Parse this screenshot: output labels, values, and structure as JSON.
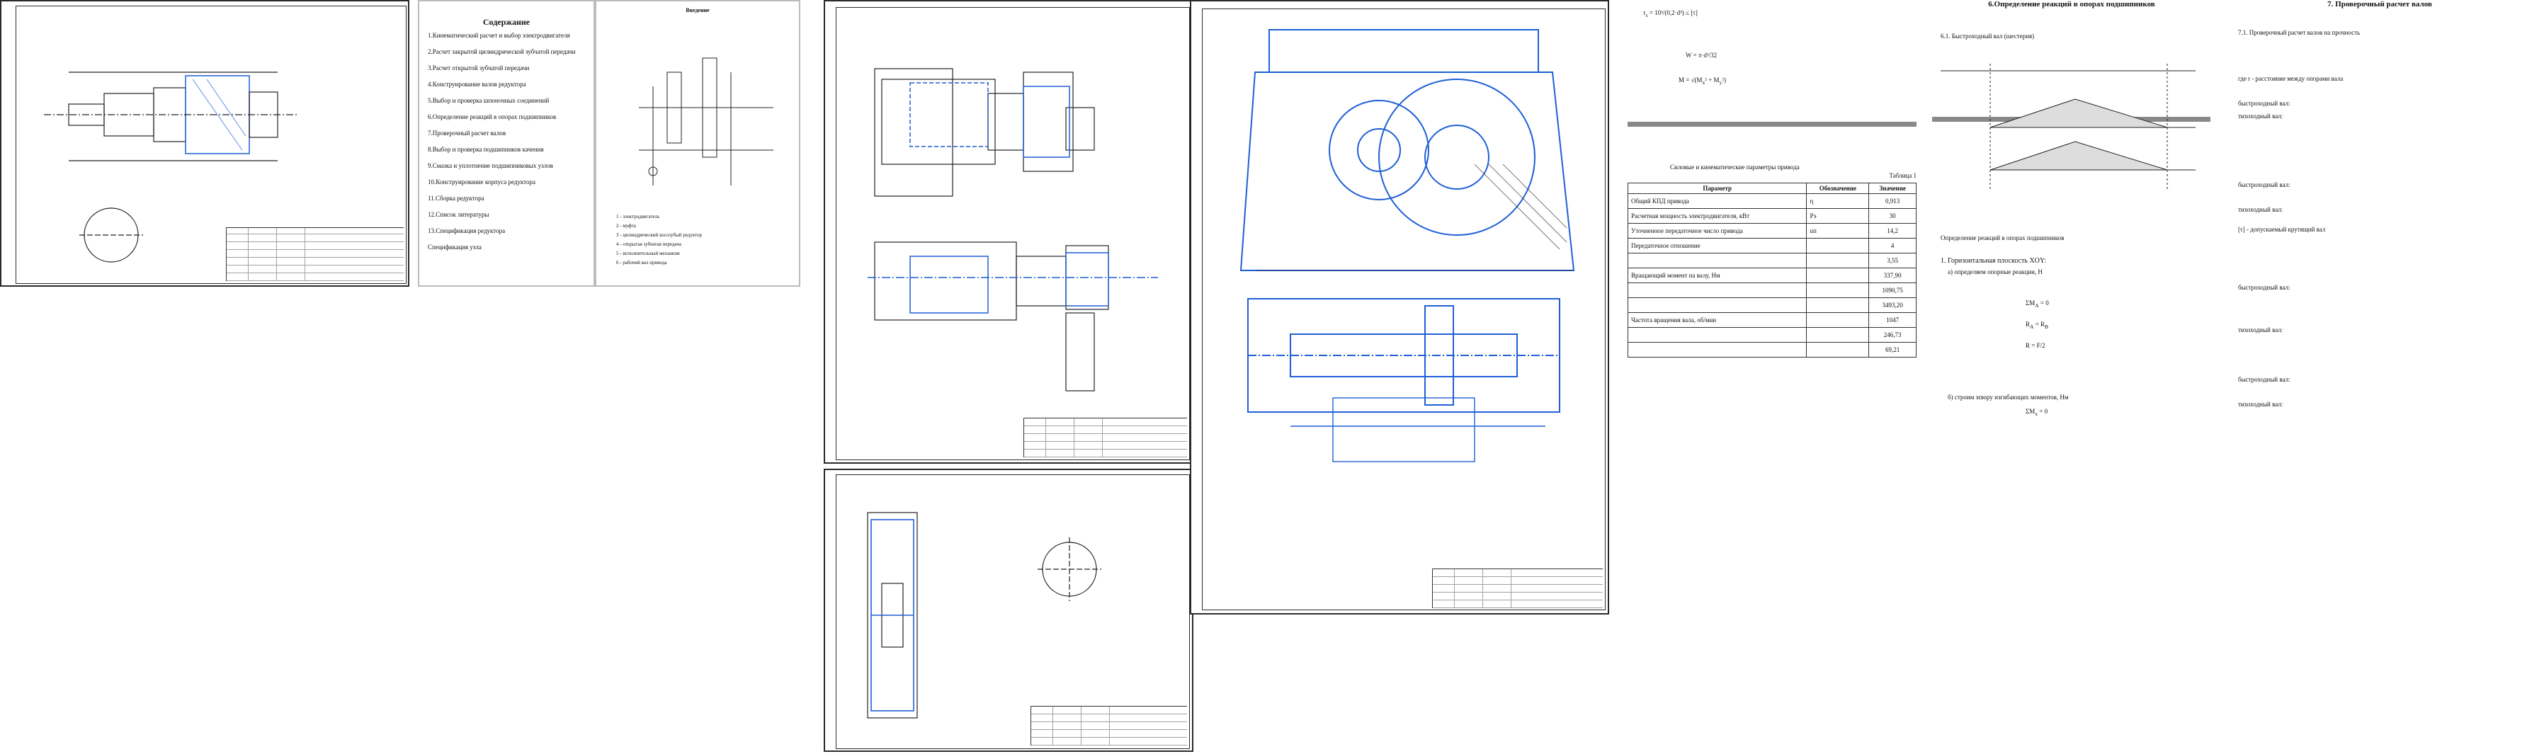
{
  "toc": {
    "title": "Содержание",
    "items": [
      "1.Кинематический расчет и выбор электродвигателя",
      "2.Расчет закрытой цилиндрической зубчатой передачи",
      "3.Расчет открытой зубчатой передачи",
      "4.Конструирование валов редуктора",
      "5.Выбор и проверка шпоночных соединений",
      "6.Определение реакций в опорах подшипников",
      "7.Проверочный расчет валов",
      "8.Выбор и проверка подшипников качения",
      "9.Смазка и уплотнение подшипниковых узлов",
      "10.Конструирование корпуса редуктора",
      "11.Сборка редуктора",
      "12.Список литературы",
      "13.Спецификация редуктора",
      "Спецификация узла"
    ]
  },
  "intro": {
    "title": "Введение",
    "legend": [
      "1 - электродвигатель",
      "2 - муфта",
      "3 - цилиндрический косозубый редуктор",
      "4 - открытая зубчатая передача",
      "5 - исполнительный механизм",
      "6 - рабочий вал привода"
    ]
  },
  "table1": {
    "caption": "Силовые и кинематические параметры привода",
    "number": "Таблица 1",
    "header": [
      "Параметр",
      "Обозначение",
      "Значение"
    ],
    "rows": [
      [
        "Общий КПД привода",
        "η",
        "0,913"
      ],
      [
        "Расчетная мощность электродвигателя, кВт",
        "Рэ",
        "30"
      ],
      [
        "Уточненное передаточное число привода",
        "uп",
        "14,2"
      ],
      [
        "Передаточное отношение",
        "",
        "4"
      ],
      [
        "",
        "",
        "3,55"
      ],
      [
        "Вращающий момент на валу, Нм",
        "",
        "337,90"
      ],
      [
        "",
        "",
        "1090,75"
      ],
      [
        "",
        "",
        "3493,20"
      ],
      [
        "Частота вращения вала, об/мин",
        "",
        "1047"
      ],
      [
        "",
        "",
        "246,73"
      ],
      [
        "",
        "",
        "69,21"
      ]
    ]
  },
  "sec6": {
    "title": "6.Определение реакций в опорах подшипников",
    "sub": "6.1. Быстроходный вал (шестерня)",
    "p1": "Определение реакций в опорах подшипников",
    "p2": "1. Горизонтальная плоскость XOY:",
    "p3": "а) определяем опорные реакции, Н",
    "p4": "б) строим эпюру изгибающих моментов, Нм"
  },
  "sec7": {
    "title": "7. Проверочный расчет валов",
    "sub": "7.1. Проверочный расчет валов на прочность",
    "p1": "где r - расстояние между опорами вала",
    "p2": "быстроходный вал:",
    "p3": "тихоходный вал:",
    "p4": "быстроходный вал:",
    "p5": "тихоходный вал:",
    "p6": "[τ] - допускаемый крутящий вал",
    "p7": "быстроходный вал:",
    "p8": "тихоходный вал:",
    "p9": "быстроходный вал:",
    "p10": "тихоходный вал:"
  },
  "colors": {
    "accent": "#1f5fd6",
    "line": "#2a2a2a",
    "separator": "#888888"
  }
}
